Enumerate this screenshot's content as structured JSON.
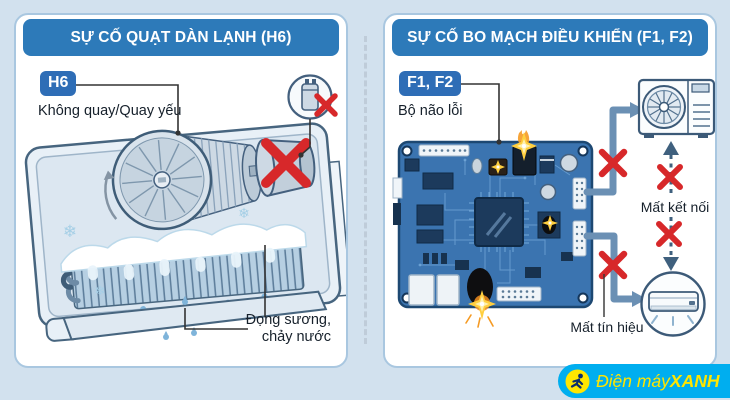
{
  "left_panel": {
    "title": "SỰ CỐ QUẠT DÀN LẠNH (H6)",
    "error_badge": "H6",
    "symptom": "Không quay/Quay yếu",
    "callout_line1": "Đọng sương,",
    "callout_line2": "chảy nước"
  },
  "right_panel": {
    "title": "SỰ CỐ BO MẠCH ĐIỀU KHIỂN (F1, F2)",
    "error_badge": "F1, F2",
    "symptom": "Bộ não lỗi",
    "outdoor_link_label": "Mất kết nối",
    "indoor_link_label": "Mất tín hiệu"
  },
  "brand": {
    "name_regular": "Điện máy",
    "name_bold": "XANH"
  },
  "icons": {
    "snowflake": "❄"
  },
  "colors": {
    "page_bg": "#d2e1ee",
    "panel_border": "#a9c7e0",
    "header_bg": "#2d7ab9",
    "badge_bg": "#2e6db6",
    "cross_red": "#d7282a",
    "arrow_blue": "#6b90b4",
    "dashed_link": "#3f607e",
    "pcb_blue": "#3b74b0",
    "brand_bg": "#00aeef",
    "brand_text": "#ffe600"
  }
}
